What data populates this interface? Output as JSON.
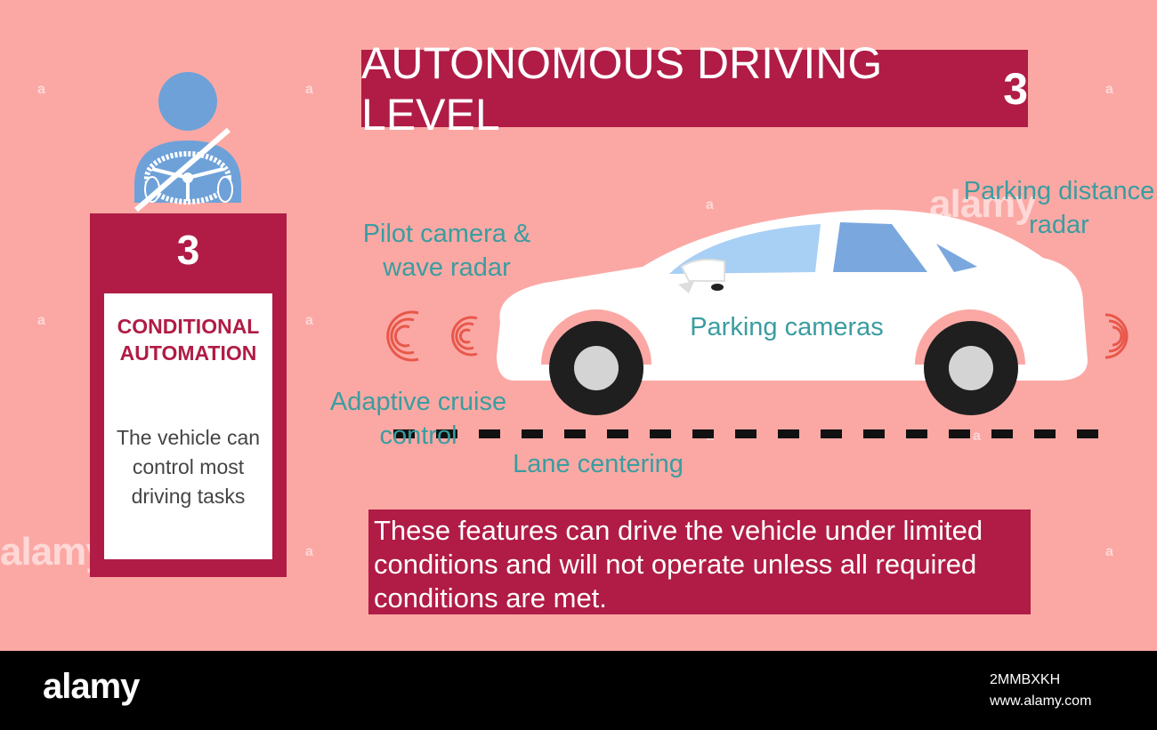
{
  "title": {
    "text": "AUTONOMOUS DRIVING LEVEL",
    "level": "3"
  },
  "level_card": {
    "number": "3",
    "name_line1": "CONDITIONAL",
    "name_line2": "AUTOMATION",
    "desc_line1": "The vehicle can",
    "desc_line2": "control most",
    "desc_line3": "driving tasks"
  },
  "labels": {
    "pilot_line1": "Pilot camera &",
    "pilot_line2": "wave radar",
    "parking_radar_line1": "Parking distance",
    "parking_radar_line2": "radar",
    "parking_cameras": "Parking cameras",
    "adaptive_cruise": "Adaptive cruise control",
    "lane_centering": "Lane centering"
  },
  "note": "These features can drive the vehicle under limited conditions and will not operate unless all required conditions are met.",
  "footer": {
    "logo": "alamy",
    "image_id": "2MMBXKH",
    "url": "www.alamy.com"
  },
  "watermark": {
    "small": "a",
    "large": "alamy"
  },
  "colors": {
    "background": "#fba8a4",
    "accent": "#b01c45",
    "label": "#3a9da0",
    "figure": "#6ea1d8",
    "radar": "#e8574a"
  }
}
